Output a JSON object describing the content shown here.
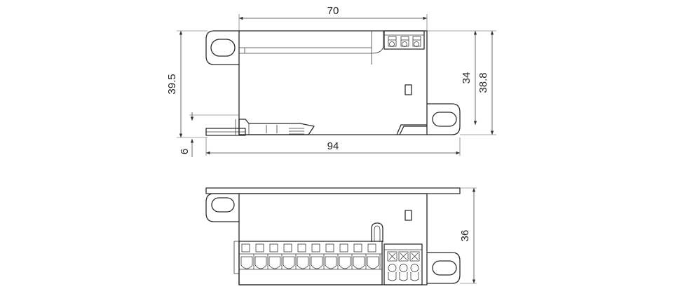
{
  "dimensions": {
    "top_view": {
      "width": "70",
      "overall_length": "94",
      "height_inner": "34",
      "height_outer": "38.8",
      "height_left": "39.5",
      "foot": "6"
    },
    "bottom_view": {
      "height": "36"
    }
  },
  "colors": {
    "line": "#2a2a2a",
    "background": "#ffffff"
  }
}
